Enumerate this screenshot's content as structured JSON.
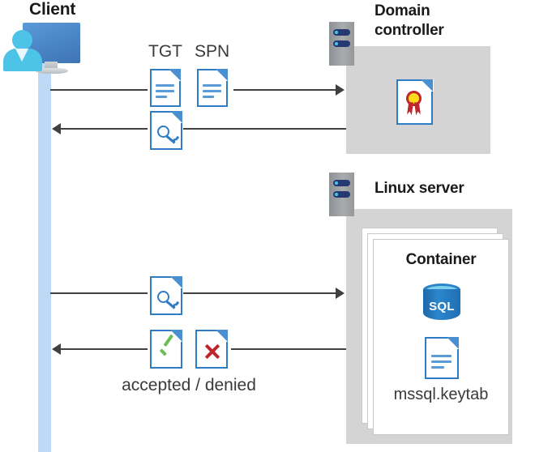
{
  "diagram": {
    "title_client": "Client",
    "title_domain_controller": "Domain\ncontroller",
    "domain_controller_line1": "Domain",
    "domain_controller_line2": "controller",
    "title_linux_server": "Linux server",
    "title_container": "Container",
    "keytab_label": "mssql.keytab",
    "result_label": "accepted / denied",
    "sql_label": "SQL",
    "messages": [
      {
        "id": "tgt",
        "label": "TGT",
        "icon": "document-icon",
        "direction": "right"
      },
      {
        "id": "spn",
        "label": "SPN",
        "icon": "document-icon",
        "direction": "right"
      },
      {
        "id": "ticket-response",
        "label": "",
        "icon": "key-document-icon",
        "direction": "left"
      },
      {
        "id": "ticket-request",
        "label": "",
        "icon": "key-document-icon",
        "direction": "right"
      },
      {
        "id": "accepted",
        "label": "",
        "icon": "check-document-icon",
        "direction": "left"
      },
      {
        "id": "denied",
        "label": "",
        "icon": "cross-document-icon",
        "direction": "left"
      }
    ],
    "colors": {
      "accent_blue": "#2e7cc4",
      "doc_fold_blue": "#4a90d0",
      "lifeline_blue": "#bcd9f5",
      "zone_gray": "#d4d4d4",
      "server_gray": "#a8acaf",
      "server_bar_navy": "#253a73",
      "led_cyan": "#49c6ef",
      "accept_green": "#6dbd55",
      "deny_red": "#c0272d",
      "seal_yellow": "#ffd91c",
      "sql_blue": "#2c86cd",
      "arrow_gray": "#404040",
      "person_cyan": "#4ec3e8"
    }
  }
}
